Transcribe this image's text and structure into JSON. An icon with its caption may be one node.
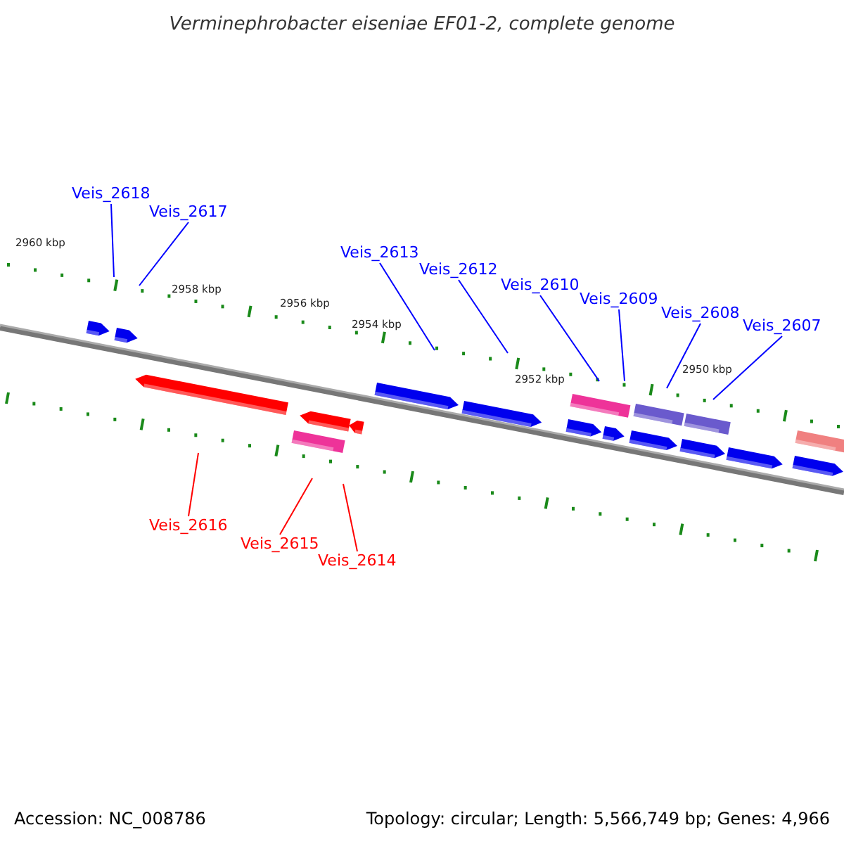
{
  "diagram": {
    "title": "Verminephrobacter eiseniae EF01-2, complete genome",
    "nodes": [
      {
        "text": [
          "Veis_2618"
        ]
      },
      {
        "text": [
          "Veis_2617"
        ]
      },
      {
        "text": [
          "Veis_2613"
        ]
      },
      {
        "text": [
          "Veis_2612"
        ]
      },
      {
        "text": [
          "Veis_2610"
        ]
      },
      {
        "text": [
          "Veis_2609"
        ]
      },
      {
        "text": [
          "Veis_2608"
        ]
      },
      {
        "text": [
          "Veis_2607"
        ]
      },
      {
        "text": [
          "Veis_2616"
        ]
      },
      {
        "text": [
          "Veis_2615"
        ]
      },
      {
        "text": [
          "Veis_2614"
        ]
      }
    ],
    "edges": [
      {
        "from": 0,
        "to": null,
        "arrow": "none"
      },
      {
        "from": 1,
        "to": null,
        "arrow": "none"
      },
      {
        "from": 2,
        "to": null,
        "arrow": "none"
      },
      {
        "from": 3,
        "to": null,
        "arrow": "none"
      },
      {
        "from": 4,
        "to": null,
        "arrow": "none"
      },
      {
        "from": 5,
        "to": null,
        "arrow": "none"
      },
      {
        "from": 6,
        "to": null,
        "arrow": "none"
      },
      {
        "from": 7,
        "to": null,
        "arrow": "none"
      },
      {
        "from": 8,
        "to": null,
        "arrow": "none",
        "color": "#ff0000"
      },
      {
        "from": 9,
        "to": null,
        "arrow": "none",
        "color": "#ff0000"
      },
      {
        "from": 10,
        "to": null,
        "arrow": "none",
        "color": "#ff0000"
      }
    ],
    "labels": [
      "2960 kbp",
      "2958 kbp",
      "2956 kbp",
      "2954 kbp",
      "2952 kbp",
      "2950 kbp",
      "Accession: NC_008786",
      "Topology: circular; Length: 5,566,749 bp; Genes: 4,966"
    ]
  }
}
